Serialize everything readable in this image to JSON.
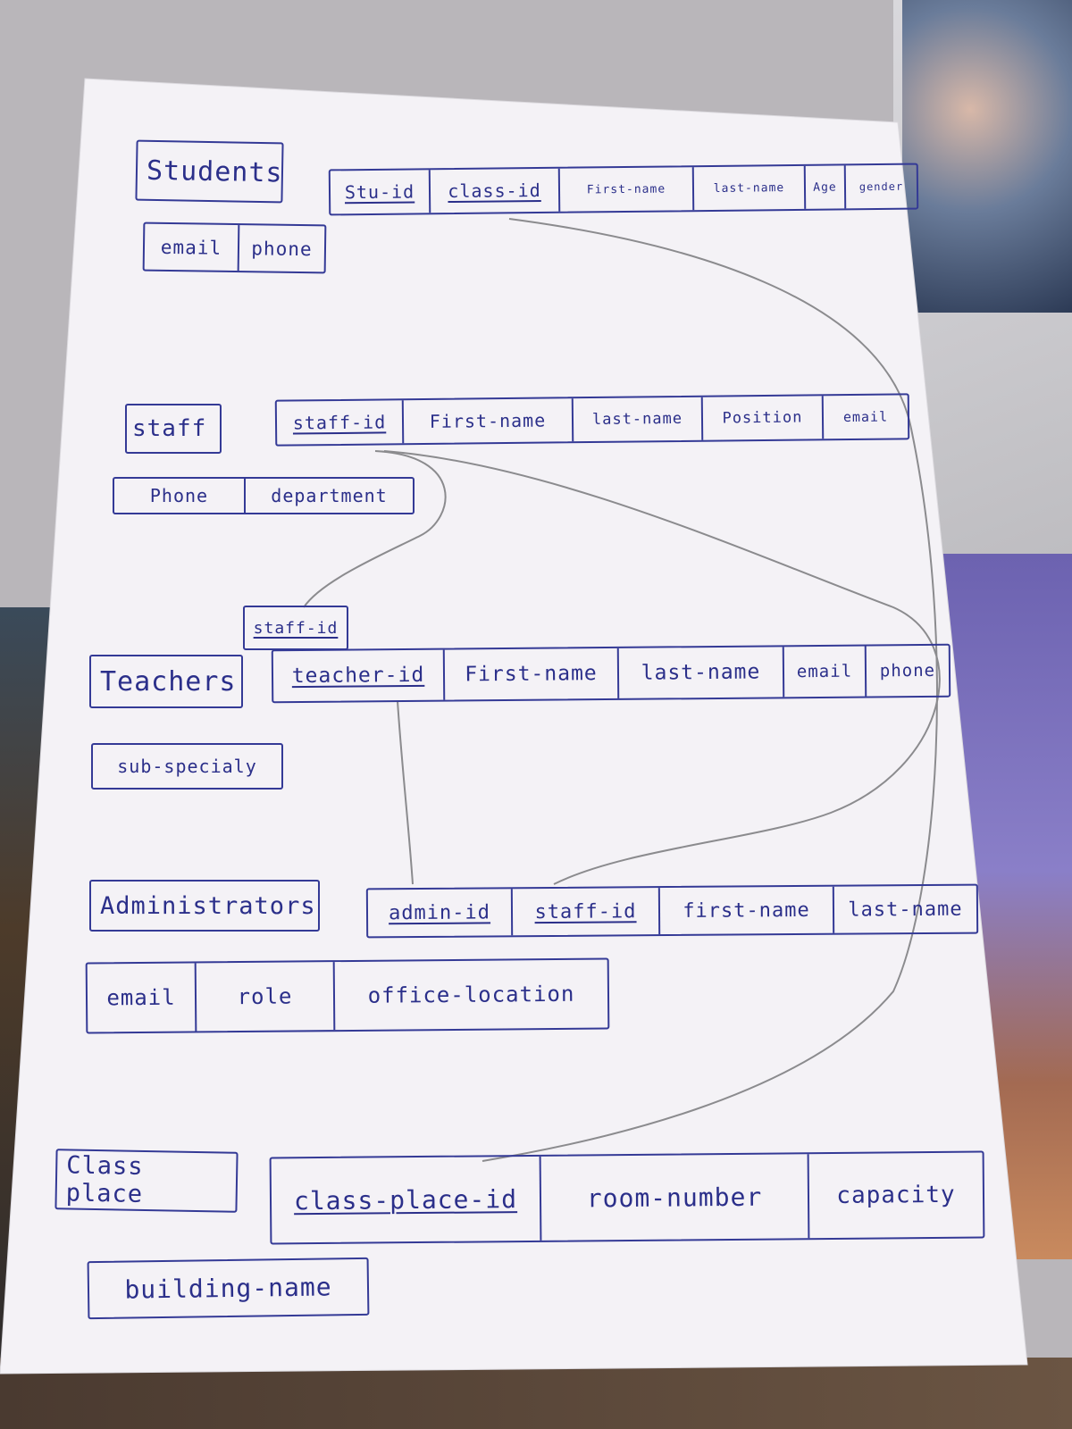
{
  "entities": [
    {
      "id": "students",
      "title": "Students",
      "fields": [
        {
          "label": "Stu-id",
          "key": true
        },
        {
          "label": "class-id",
          "key": true
        },
        {
          "label": "First-name",
          "key": false
        },
        {
          "label": "last-name",
          "key": false
        },
        {
          "label": "Age",
          "key": false
        },
        {
          "label": "gender",
          "key": false
        }
      ],
      "extra_fields": [
        {
          "label": "email",
          "key": false
        },
        {
          "label": "phone",
          "key": false
        }
      ]
    },
    {
      "id": "staff",
      "title": "staff",
      "fields": [
        {
          "label": "staff-id",
          "key": true
        },
        {
          "label": "First-name",
          "key": false
        },
        {
          "label": "last-name",
          "key": false
        },
        {
          "label": "Position",
          "key": false
        },
        {
          "label": "email",
          "key": false
        }
      ],
      "extra_fields": [
        {
          "label": "Phone",
          "key": false
        },
        {
          "label": "department",
          "key": false
        }
      ]
    },
    {
      "id": "teachers",
      "title": "Teachers",
      "foreign_key_label": "staff-id",
      "fields": [
        {
          "label": "teacher-id",
          "key": true
        },
        {
          "label": "First-name",
          "key": false
        },
        {
          "label": "last-name",
          "key": false
        },
        {
          "label": "email",
          "key": false
        },
        {
          "label": "phone",
          "key": false
        }
      ],
      "extra_fields": [
        {
          "label": "sub-specialy",
          "key": false
        }
      ]
    },
    {
      "id": "administrators",
      "title": "Administrators",
      "fields": [
        {
          "label": "admin-id",
          "key": true
        },
        {
          "label": "staff-id",
          "key": true
        },
        {
          "label": "first-name",
          "key": false
        },
        {
          "label": "last-name",
          "key": false
        }
      ],
      "extra_fields": [
        {
          "label": "email",
          "key": false
        },
        {
          "label": "role",
          "key": false
        },
        {
          "label": "office-location",
          "key": false
        }
      ]
    },
    {
      "id": "classplace",
      "title": "Class place",
      "fields": [
        {
          "label": "class-place-id",
          "key": true
        },
        {
          "label": "room-number",
          "key": false
        },
        {
          "label": "capacity",
          "key": false
        }
      ],
      "extra_fields": [
        {
          "label": "building-name",
          "key": false
        }
      ]
    }
  ],
  "relationships": [
    {
      "from": "students.class-id",
      "to": "classplace.class-place-id"
    },
    {
      "from": "staff.staff-id",
      "to": "teachers.staff-id"
    },
    {
      "from": "staff.staff-id",
      "to": "administrators.staff-id"
    },
    {
      "from": "teachers.teacher-id",
      "to": "administrators.admin-id"
    }
  ],
  "colors": {
    "ink": "#2b2f8a",
    "pencil": "#8b8b8e",
    "paper": "#f4f2f6"
  }
}
